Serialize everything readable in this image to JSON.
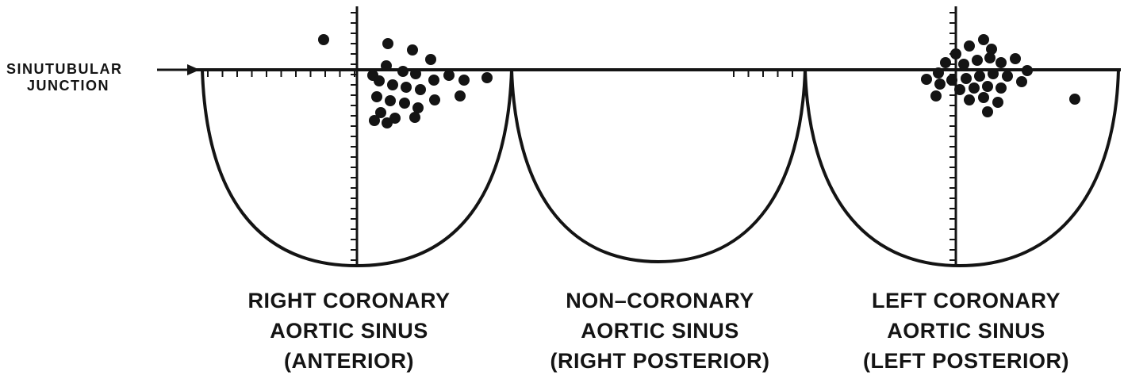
{
  "colors": {
    "ink": "#141414",
    "background": "#ffffff"
  },
  "junction": {
    "label_line1": "SINUTUBULAR",
    "label_line2": "JUNCTION"
  },
  "sinuses": [
    {
      "label_line1": "RIGHT CORONARY",
      "label_line2": "AORTIC SINUS",
      "label_line3": "(ANTERIOR)"
    },
    {
      "label_line1": "NON–CORONARY",
      "label_line2": "AORTIC SINUS",
      "label_line3": "(RIGHT POSTERIOR)"
    },
    {
      "label_line1": "LEFT CORONARY",
      "label_line2": "AORTIC SINUS",
      "label_line3": "(LEFT POSTERIOR)"
    }
  ],
  "chart_data": {
    "type": "scatter",
    "dot_radius": 7,
    "series": [
      {
        "name": "right-coronary-ostia",
        "points": [
          [
            408,
            50
          ],
          [
            489,
            55
          ],
          [
            520,
            63
          ],
          [
            543,
            75
          ],
          [
            487,
            83
          ],
          [
            470,
            95
          ],
          [
            508,
            90
          ],
          [
            524,
            93
          ],
          [
            547,
            101
          ],
          [
            566,
            95
          ],
          [
            585,
            101
          ],
          [
            614,
            98
          ],
          [
            478,
            102
          ],
          [
            495,
            107
          ],
          [
            512,
            110
          ],
          [
            530,
            113
          ],
          [
            548,
            126
          ],
          [
            580,
            121
          ],
          [
            475,
            122
          ],
          [
            492,
            127
          ],
          [
            510,
            130
          ],
          [
            527,
            136
          ],
          [
            480,
            142
          ],
          [
            498,
            149
          ],
          [
            523,
            148
          ],
          [
            472,
            152
          ],
          [
            488,
            155
          ]
        ]
      },
      {
        "name": "left-coronary-ostia",
        "points": [
          [
            1168,
            100
          ],
          [
            1183,
            92
          ],
          [
            1192,
            79
          ],
          [
            1205,
            68
          ],
          [
            1222,
            58
          ],
          [
            1240,
            50
          ],
          [
            1250,
            62
          ],
          [
            1215,
            81
          ],
          [
            1232,
            76
          ],
          [
            1248,
            73
          ],
          [
            1262,
            79
          ],
          [
            1280,
            74
          ],
          [
            1295,
            89
          ],
          [
            1185,
            106
          ],
          [
            1200,
            101
          ],
          [
            1218,
            99
          ],
          [
            1235,
            96
          ],
          [
            1252,
            93
          ],
          [
            1270,
            96
          ],
          [
            1288,
            103
          ],
          [
            1210,
            113
          ],
          [
            1228,
            111
          ],
          [
            1245,
            109
          ],
          [
            1262,
            111
          ],
          [
            1180,
            121
          ],
          [
            1222,
            126
          ],
          [
            1240,
            123
          ],
          [
            1258,
            129
          ],
          [
            1245,
            141
          ],
          [
            1355,
            125
          ]
        ]
      }
    ]
  }
}
